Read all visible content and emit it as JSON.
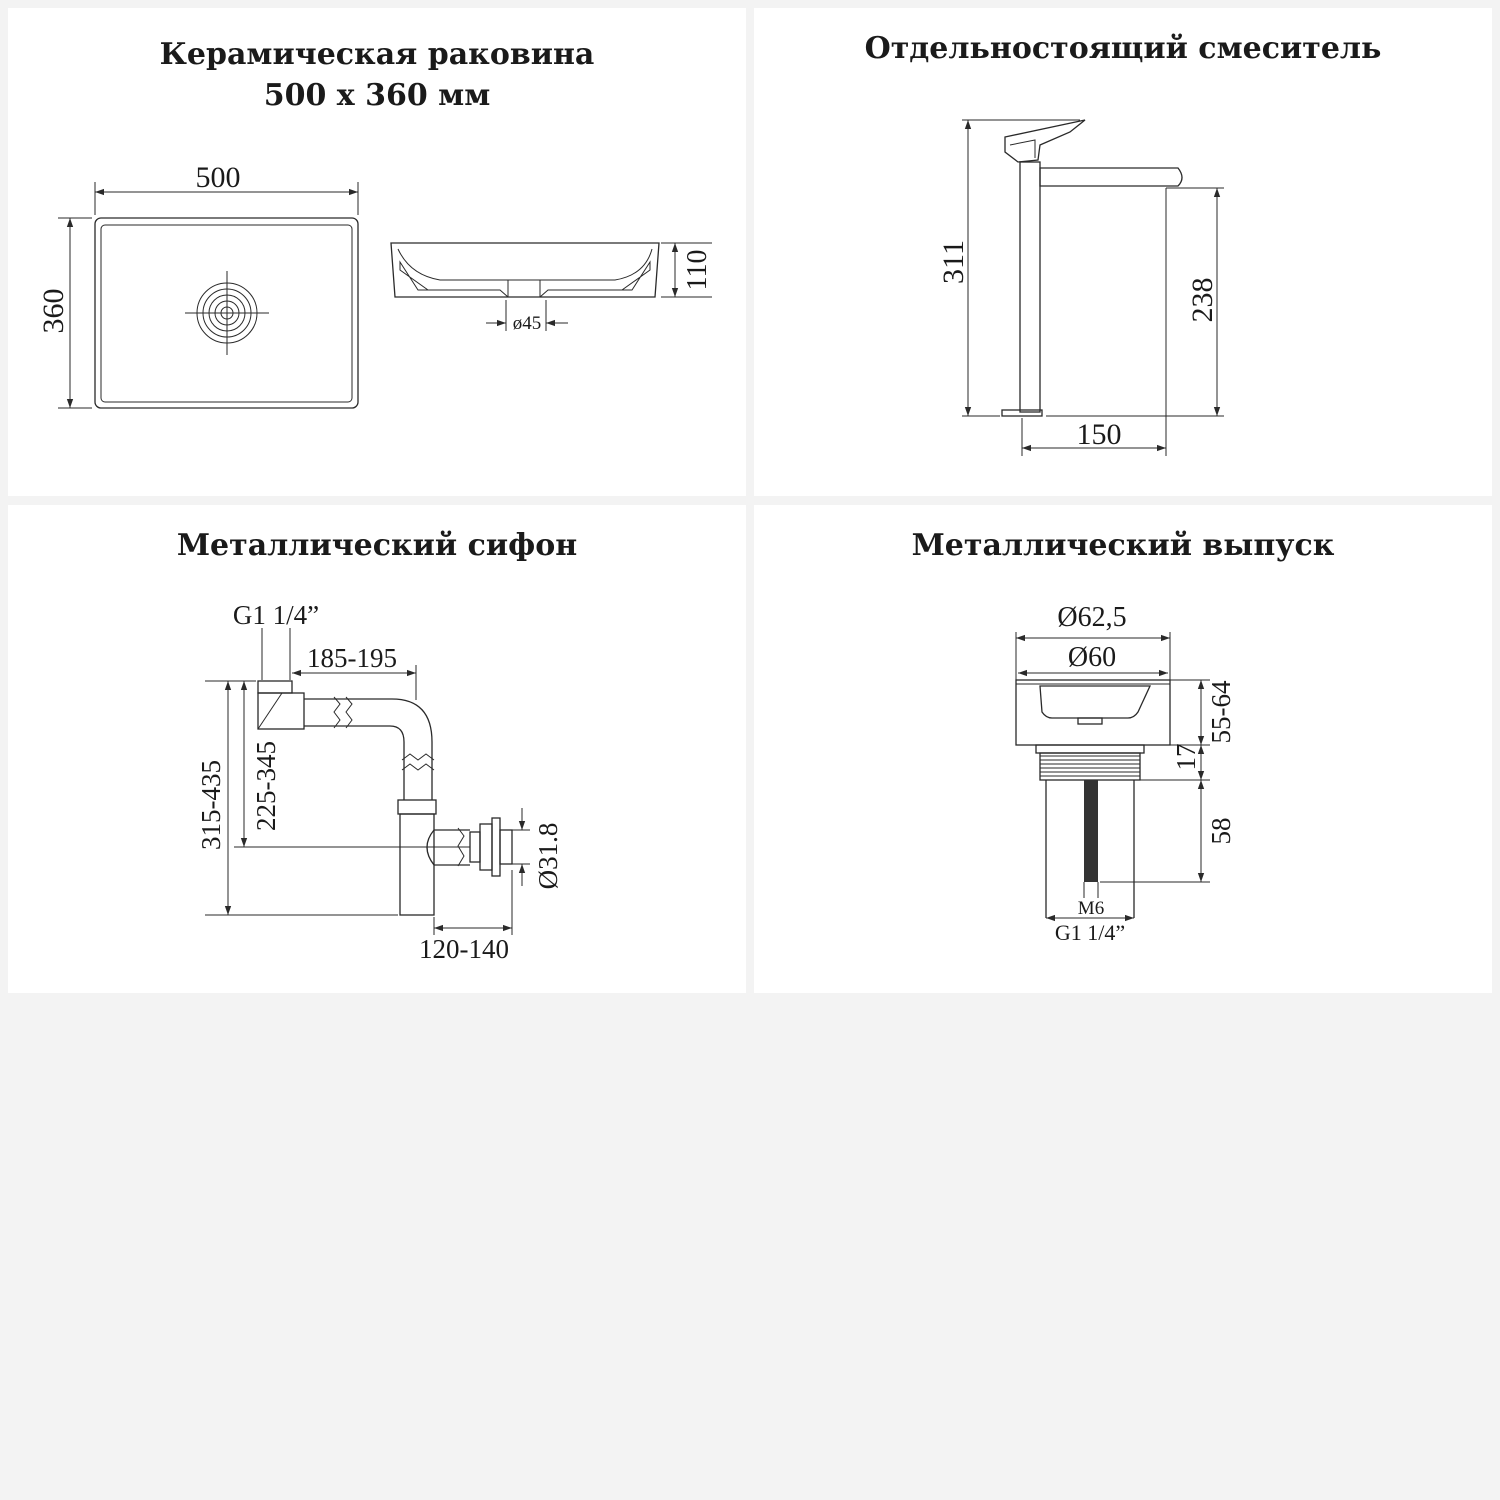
{
  "panels": {
    "sink": {
      "title_line1": "Керамическая раковина",
      "title_line2": "500 х 360 мм",
      "dims": {
        "width": "500",
        "depth": "360",
        "height": "110",
        "drain": "ø45"
      }
    },
    "mixer": {
      "title": "Отдельностоящий смеситель",
      "dims": {
        "height": "311",
        "spout_height": "238",
        "spout_reach": "150"
      }
    },
    "siphon": {
      "title": "Металлический сифон",
      "dims": {
        "thread": "G1 1/4”",
        "length": "185-195",
        "total_height": "315-435",
        "outlet_height": "225-345",
        "outlet_diameter": "Ø31.8",
        "depth": "120-140"
      }
    },
    "drain": {
      "title": "Металлический выпуск",
      "dims": {
        "outer_diameter": "Ø62,5",
        "inner_diameter": "Ø60",
        "range": "55-64",
        "head": "17",
        "body": "58",
        "screw": "M6",
        "thread": "G1 1/4”"
      }
    }
  }
}
